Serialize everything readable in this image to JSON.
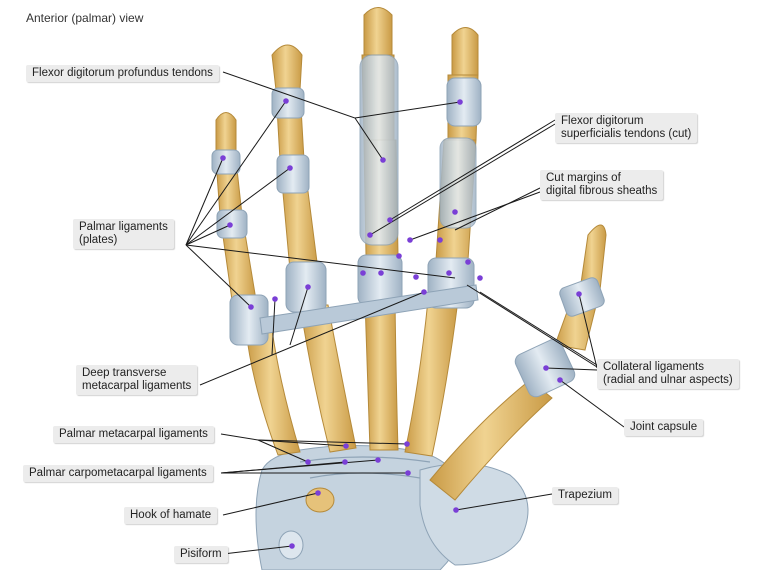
{
  "view_title": "Anterior (palmar) view",
  "labels": {
    "fdp": "Flexor digitorum profundus tendons",
    "fds_line1": "Flexor digitorum",
    "fds_line2": "superficialis tendons (cut)",
    "cut_line1": "Cut margins of",
    "cut_line2": "digital fibrous sheaths",
    "palmar_plates_line1": "Palmar ligaments",
    "palmar_plates_line2": "(plates)",
    "dtml_line1": "Deep transverse",
    "dtml_line2": "metacarpal ligaments",
    "collateral_line1": "Collateral ligaments",
    "collateral_line2": "(radial and ulnar aspects)",
    "joint_capsule": "Joint capsule",
    "pml": "Palmar metacarpal ligaments",
    "pcml": "Palmar carpometacarpal ligaments",
    "trapezium": "Trapezium",
    "hook_of_hamate": "Hook of hamate",
    "pisiform": "Pisiform"
  },
  "colors": {
    "bone": "#e6c27a",
    "bone_shade": "#c99a45",
    "ligament": "#c9d6e2",
    "ligament_shade": "#9fb2c4",
    "label_bg": "#ececec",
    "leader": "#1a1a1a",
    "marker": "#7a3fd6"
  }
}
